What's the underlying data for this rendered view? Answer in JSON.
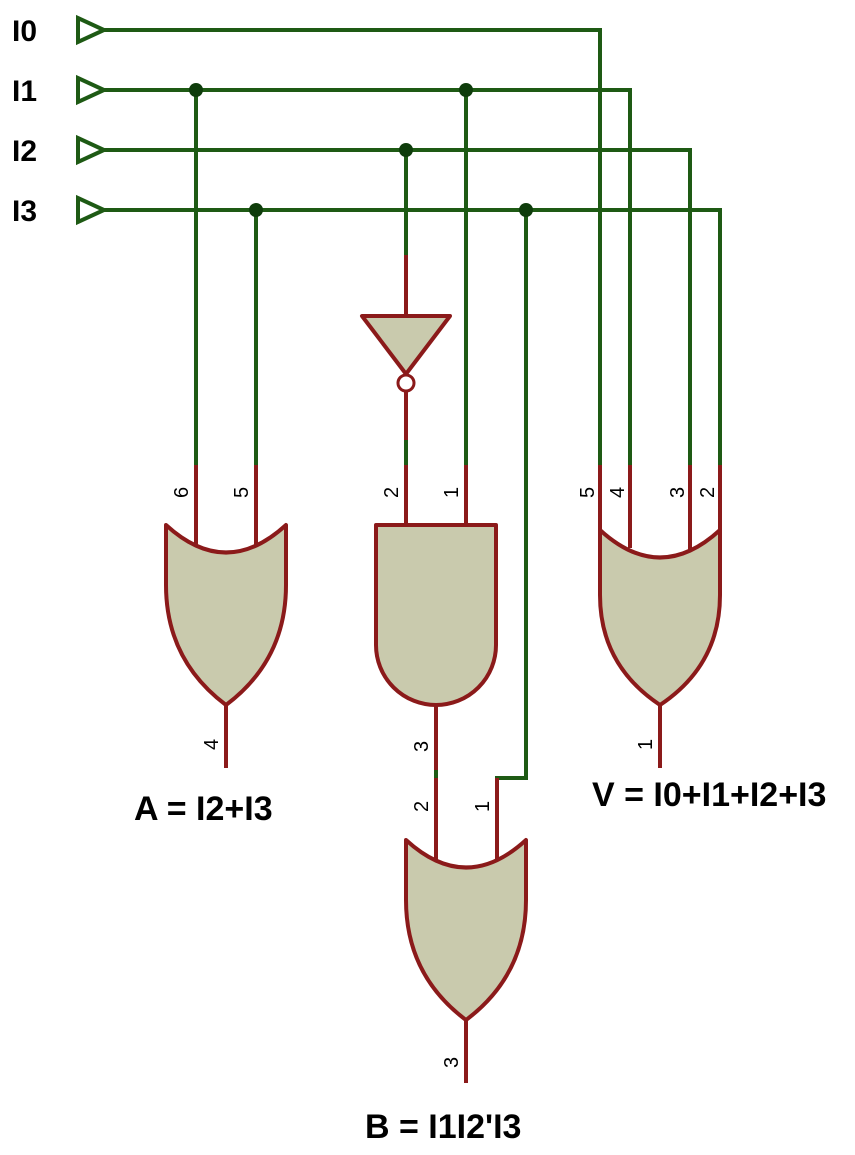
{
  "inputs": [
    {
      "label": "I0"
    },
    {
      "label": "I1"
    },
    {
      "label": "I2"
    },
    {
      "label": "I3"
    }
  ],
  "gate_a": {
    "pins": [
      "6",
      "5",
      "4"
    ],
    "expression": "A = I2+I3"
  },
  "gate_not": {},
  "gate_and": {
    "pins": [
      "2",
      "1",
      "3"
    ]
  },
  "gate_b": {
    "pins": [
      "2",
      "1",
      "3"
    ],
    "expression": "B = I1I2'I3"
  },
  "gate_v": {
    "pins": [
      "5",
      "4",
      "3",
      "2",
      "1"
    ],
    "expression": "V = I0+I1+I2+I3"
  },
  "colors": {
    "wire": "#1e5a14",
    "pin": "#8b1a1a",
    "gate_fill": "#c9caad",
    "junction": "#0f3d0b"
  }
}
